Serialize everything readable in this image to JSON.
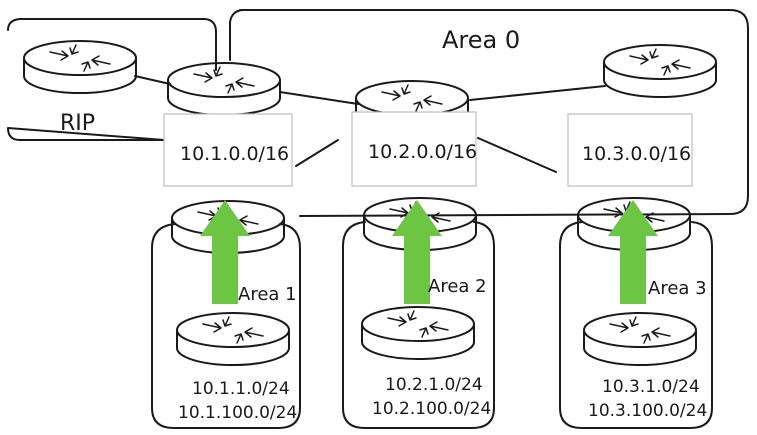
{
  "areas": {
    "backbone_label": "Area 0",
    "rip_label": "RIP",
    "area1_label": "Area 1",
    "area2_label": "Area 2",
    "area3_label": "Area 3"
  },
  "summaries": {
    "s1": "10.1.0.0/16",
    "s2": "10.2.0.0/16",
    "s3": "10.3.0.0/16"
  },
  "subnets": {
    "a1_line1": "10.1.1.0/24",
    "a1_line2": "10.1.100.0/24",
    "a2_line1": "10.2.1.0/24",
    "a2_line2": "10.2.100.0/24",
    "a3_line1": "10.3.1.0/24",
    "a3_line2": "10.3.100.0/24"
  },
  "colors": {
    "arrow": "#6cc644",
    "ink": "#1a1a1a"
  },
  "icons": [
    "router-icon"
  ]
}
